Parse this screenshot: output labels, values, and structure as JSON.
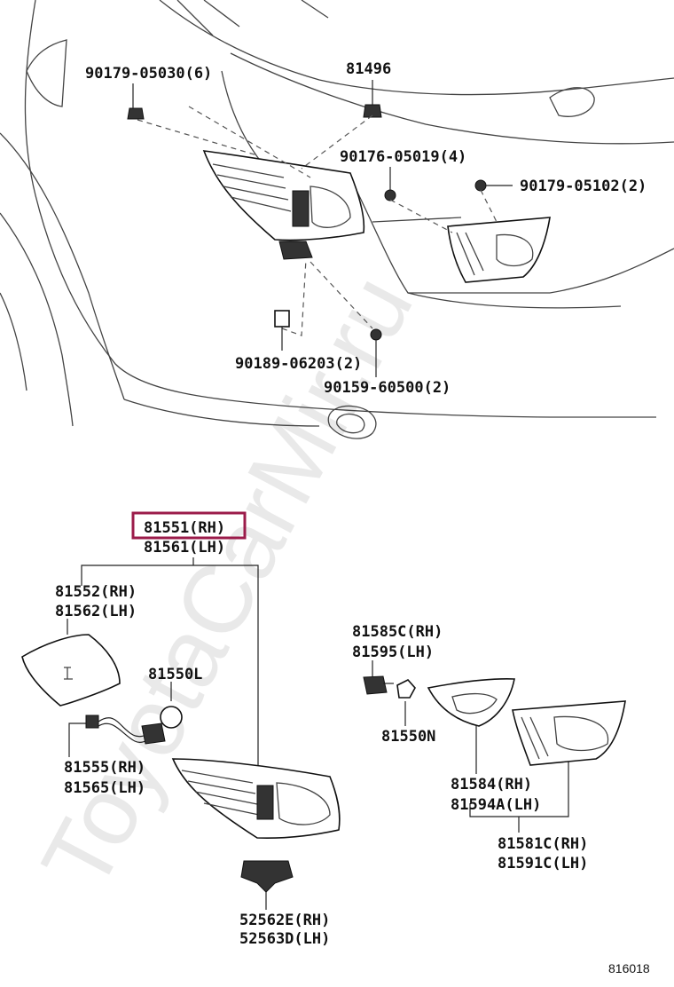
{
  "watermark": "ToyotaCarMir.ru",
  "figure_number": "816018",
  "highlight_color": "#9b1b4a",
  "upper_labels": [
    {
      "id": "top-clip-left",
      "text": "90179-05030(6)"
    },
    {
      "id": "top-clip-center",
      "text": "81496"
    },
    {
      "id": "trunk-screw",
      "text": "90176-05019(4)"
    },
    {
      "id": "trunk-nut",
      "text": "90179-05102(2)"
    },
    {
      "id": "retainer",
      "text": "90189-06203(2)"
    },
    {
      "id": "lower-screw",
      "text": "90159-60500(2)"
    }
  ],
  "lower_labels": [
    {
      "id": "main-rh",
      "text": "81551(RH)",
      "highlighted": true
    },
    {
      "id": "main-lh",
      "text": "81561(LH)"
    },
    {
      "id": "gasket-rh",
      "text": "81552(RH)"
    },
    {
      "id": "gasket-lh",
      "text": "81562(LH)"
    },
    {
      "id": "bulb-left",
      "text": "81550L"
    },
    {
      "id": "wire-rh",
      "text": "81555(RH)"
    },
    {
      "id": "wire-lh",
      "text": "81565(LH)"
    },
    {
      "id": "socket-rh",
      "text": "81585C(RH)"
    },
    {
      "id": "socket-lh",
      "text": "81595(LH)"
    },
    {
      "id": "bulb-n",
      "text": "81550N"
    },
    {
      "id": "inner-gasket-rh",
      "text": "81584(RH)"
    },
    {
      "id": "inner-gasket-lh",
      "text": "81594A(LH)"
    },
    {
      "id": "inner-lamp-rh",
      "text": "81581C(RH)"
    },
    {
      "id": "inner-lamp-lh",
      "text": "81591C(LH)"
    },
    {
      "id": "bracket-rh",
      "text": "52562E(RH)"
    },
    {
      "id": "bracket-lh",
      "text": "52563D(LH)"
    }
  ]
}
